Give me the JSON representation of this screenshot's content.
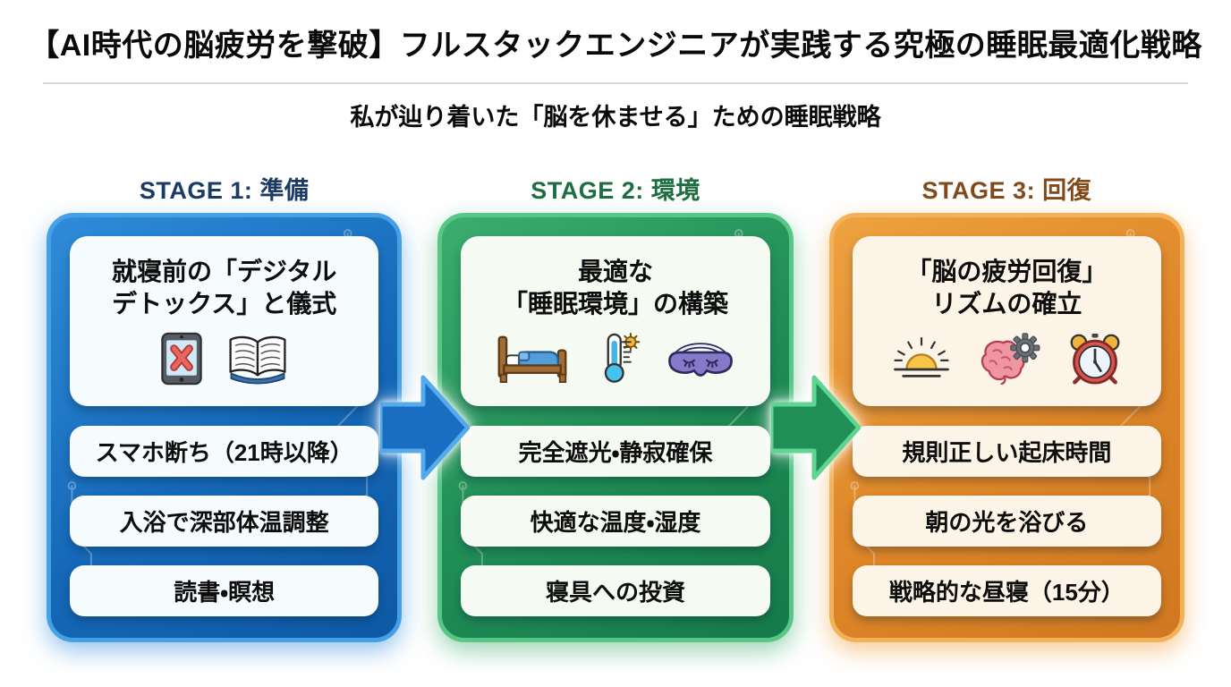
{
  "header": {
    "title": "【AI時代の脳疲労を撃破】フルスタックエンジニアが実践する究極の睡眠最適化戦略",
    "subtitle": "私が辿り着いた「脳を休ませる」ための睡眠戦略"
  },
  "stages": [
    {
      "label": "STAGE 1: 準備",
      "card_title": "就寝前の「デジタル\nデトックス」と儀式",
      "icons": [
        "tablet-no-icon",
        "open-book-icon"
      ],
      "items": [
        "スマホ断ち（21時以降）",
        "入浴で深部体温調整",
        "読書・瞑想"
      ]
    },
    {
      "label": "STAGE 2: 環境",
      "card_title": "最適な\n「睡眠環境」の構築",
      "icons": [
        "bed-icon",
        "thermometer-sun-icon",
        "sleep-mask-icon"
      ],
      "items": [
        "完全遮光・静寂確保",
        "快適な温度・湿度",
        "寝具への投資"
      ]
    },
    {
      "label": "STAGE 3: 回復",
      "card_title": "「脳の疲労回復」\nリズムの確立",
      "icons": [
        "sunrise-icon",
        "brain-gear-icon",
        "alarm-clock-icon"
      ],
      "items": [
        "規則正しい起床時間",
        "朝の光を浴びる",
        "戦略的な昼寝（15分）"
      ]
    }
  ],
  "arrows": [
    "stage1-to-stage2",
    "stage2-to-stage3"
  ],
  "palette": {
    "background": "#ffffff",
    "text": "#0d0d0d",
    "stage1_panel": "#1568b8",
    "stage1_border": "#46a0e5",
    "stage1_label": "#1b3a66",
    "stage2_panel": "#1f8b55",
    "stage2_border": "#58c786",
    "stage2_label": "#1e6e41",
    "stage3_panel": "#dd8527",
    "stage3_border": "#f3b259",
    "stage3_label": "#82491b",
    "arrow_blue": "#1a6ec2",
    "arrow_green": "#1f8f55"
  }
}
